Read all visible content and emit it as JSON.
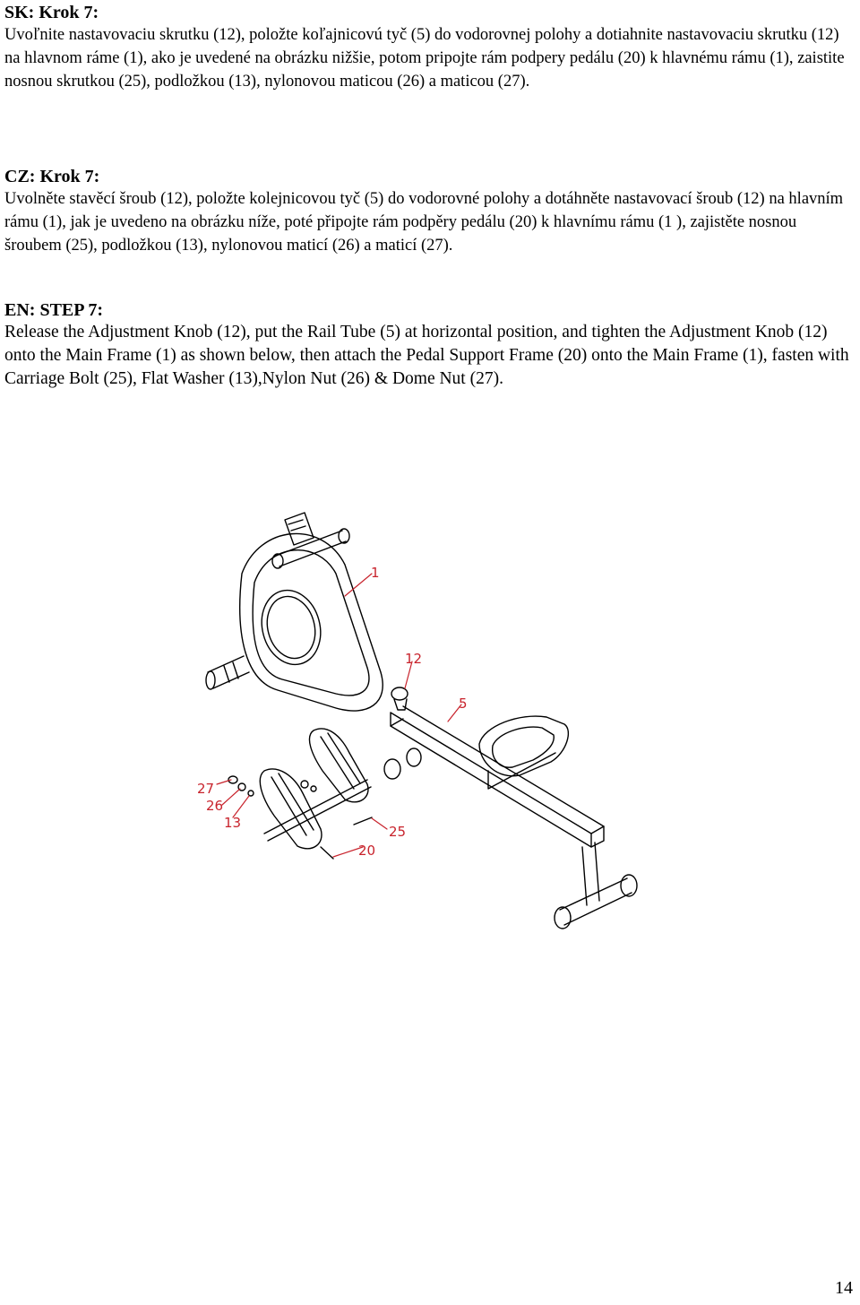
{
  "sk": {
    "heading": "SK: Krok 7:",
    "text": "Uvoľnite nastavovaciu skrutku (12), položte koľajnicovú tyč (5) do vodorovnej polohy a dotiahnite nastavovaciu skrutku (12) na hlavnom ráme (1), ako je uvedené na obrázku nižšie, potom pripojte rám podpery pedálu (20) k hlavnému rámu (1), zaistite nosnou skrutkou (25), podložkou (13), nylonovou maticou (26) a maticou (27)."
  },
  "cz": {
    "heading": "CZ: Krok 7:",
    "text": "Uvolněte stavěcí šroub (12), položte kolejnicovou tyč (5) do vodorovné polohy a dotáhněte nastavovací šroub (12) na hlavním rámu (1), jak je uvedeno na obrázku níže, poté připojte rám podpěry pedálu (20) k hlavnímu rámu (1 ), zajistěte nosnou šroubem (25), podložkou (13), nylonovou maticí (26) a maticí (27)."
  },
  "en": {
    "heading": "EN: STEP 7:",
    "text": "Release the Adjustment Knob (12), put the Rail Tube (5) at horizontal position, and tighten the Adjustment Knob (12) onto the Main Frame (1) as shown below, then attach the Pedal Support Frame (20) onto the Main Frame (1), fasten with Carriage Bolt (25), Flat Washer (13),Nylon Nut (26) & Dome Nut (27)."
  },
  "figure": {
    "callouts": {
      "main_frame": "1",
      "adjustment_knob": "12",
      "rail_tube": "5",
      "dome_nut": "27",
      "nylon_nut": "26",
      "flat_washer": "13",
      "carriage_bolt": "25",
      "pedal_support_frame": "20"
    },
    "callout_color": "#c8232c"
  },
  "page_number": "14"
}
